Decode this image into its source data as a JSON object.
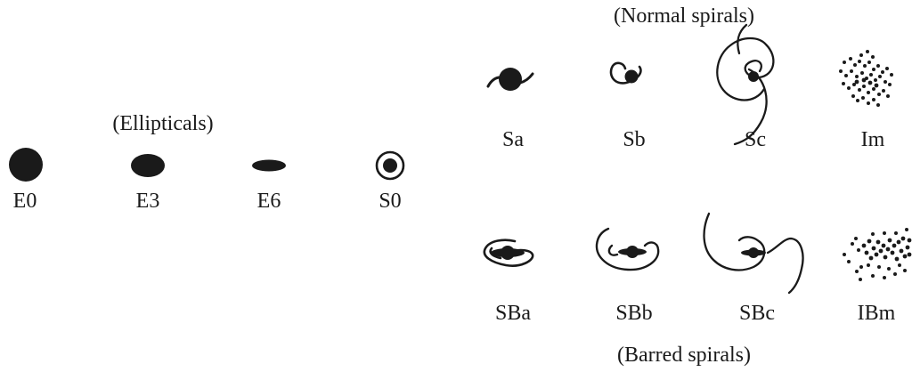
{
  "groups": {
    "ellipticals": "(Ellipticals)",
    "normal_spirals": "(Normal spirals)",
    "barred_spirals": "(Barred spirals)"
  },
  "ellipticals": [
    "E0",
    "E3",
    "E6",
    "S0"
  ],
  "normal_spirals": [
    "Sa",
    "Sb",
    "Sc",
    "Im"
  ],
  "barred_spirals": [
    "SBa",
    "SBb",
    "SBc",
    "IBm"
  ],
  "colors": {
    "ink": "#1a1a1a",
    "background": "#ffffff"
  }
}
